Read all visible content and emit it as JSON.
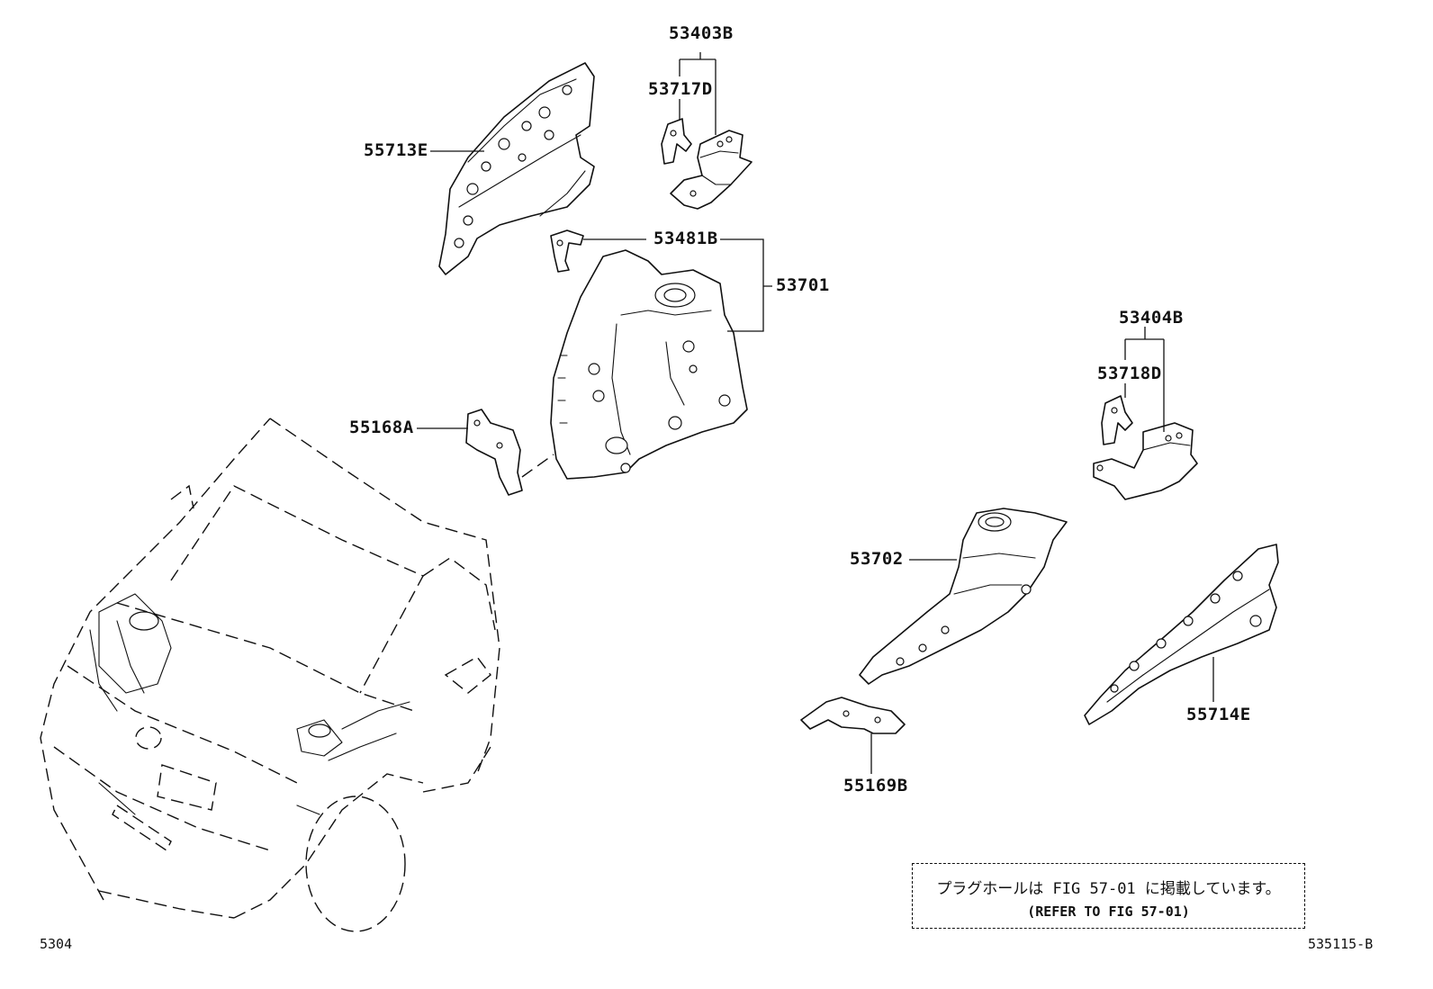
{
  "labels": {
    "p53403B": "53403B",
    "p53717D": "53717D",
    "p55713E": "55713E",
    "p53481B": "53481B",
    "p53701": "53701",
    "p55168A": "55168A",
    "p53404B": "53404B",
    "p53718D": "53718D",
    "p53702": "53702",
    "p55714E": "55714E",
    "p55169B": "55169B"
  },
  "note": {
    "line1": "プラグホールは FIG 57-01 に掲載しています。",
    "line2": "(REFER TO FIG 57-01)"
  },
  "footer": {
    "left_code": "5304",
    "right_code": "535115-B"
  }
}
